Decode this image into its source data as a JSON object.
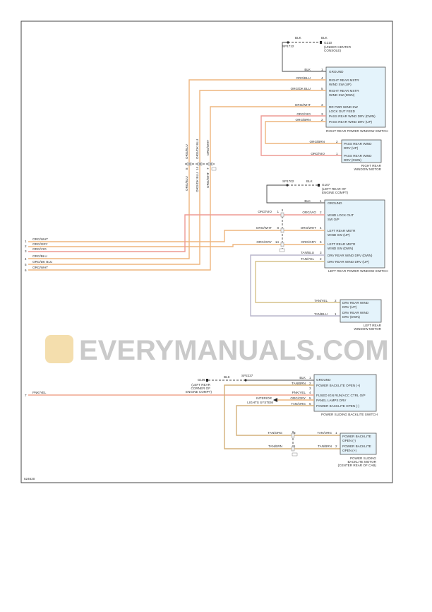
{
  "figure_id": "524620",
  "watermark": "EVERYMANUALS.COM",
  "right_rear": {
    "ground_top": {
      "wire1": "BLK",
      "wire2": "BLK",
      "splice": "SP1712",
      "ground": "G210",
      "loc1": "(UNDER CENTER",
      "loc2": "CONSOLE)"
    },
    "switch_title": "RIGHT REAR POWER WINDOW SWITCH",
    "switch_pins": [
      {
        "wire": "BLK",
        "pin": "1",
        "func1": "GROUND",
        "func2": ""
      },
      {
        "wire": "ORG/BLU",
        "pin": "4",
        "func1": "RIGHT REAR MSTR",
        "func2": "WIND SW (UP)"
      },
      {
        "wire": "ORG/DK BLU",
        "pin": "5",
        "func1": "RIGHT REAR MSTR",
        "func2": "WIND SW (DWN)"
      },
      {
        "wire": "ORG/WHT",
        "pin": "3",
        "func1": "RR PWR WIND SW",
        "func2": "LOCK OUT FEED"
      },
      {
        "wire": "ORG/VIO",
        "pin": "3",
        "func1": "PASS REAR WIND DRV (DWN)",
        "func2": ""
      },
      {
        "wire": "ORG/BRN",
        "pin": "2",
        "func1": "PASS REAR WIND DRV (UP)",
        "func2": ""
      }
    ],
    "motor_title1": "RIGHT REAR",
    "motor_title2": "WINDOW MOTOR",
    "motor_pins": [
      {
        "wire": "ORG/BRN",
        "pin": "2",
        "func1": "PASS REAR WIND",
        "func2": "DRV (UP)"
      },
      {
        "wire": "ORG/VIO",
        "pin": "1",
        "func1": "PASS REAR WIND",
        "func2": "DRV (DWN)"
      }
    ],
    "vertical_wires": [
      {
        "upper": "ORG/BLU",
        "pin": "8",
        "lower": "ORG/BLU"
      },
      {
        "upper": "ORG/DK BLU",
        "pin": "14",
        "lower": "ORG/DK BLU"
      },
      {
        "upper": "ORG/WHT",
        "pin": "7",
        "lower": "ORG/WHT"
      }
    ]
  },
  "left_rear": {
    "ground_top": {
      "wire": "BLK",
      "splice": "SP1702",
      "ground": "G107",
      "loc1": "(LEFT REAR OF",
      "loc2": "ENGINE COMPT)"
    },
    "switch_title": "LEFT REAR POWER WINDOW SWITCH",
    "switch_pins": [
      {
        "wire": "BLK",
        "pin": "1",
        "func1": "GROUND",
        "func2": ""
      },
      {
        "wire": "ORG/VIO",
        "pin": "2",
        "func1": "WIND LOCK OUT",
        "func2": "SW O/P"
      },
      {
        "wire": "ORG/WHT",
        "pin": "4",
        "func1": "LEFT REAR MSTR",
        "func2": "WIND SW (UP)"
      },
      {
        "wire": "ORG/GRY",
        "pin": "6",
        "func1": "LEFT REAR MSTR",
        "func2": "WIND SW (DWN)"
      },
      {
        "wire": "TAN/BLU",
        "pin": "3",
        "func1": "DRV REAR WIND DRV (DWN)",
        "func2": ""
      },
      {
        "wire": "TAN/YEL",
        "pin": "2",
        "func1": "DRV REAR WIND DRV (UP)",
        "func2": ""
      }
    ],
    "inline_pins": [
      {
        "wire": "ORG/VIO",
        "pin": "1"
      },
      {
        "wire": "ORG/WHT",
        "pin": "8"
      },
      {
        "wire": "ORG/GRY",
        "pin": "14"
      }
    ],
    "motor_title1": "LEFT REAR",
    "motor_title2": "WINDOW MOTOR",
    "motor_pins": [
      {
        "wire": "TAN/YEL",
        "pin": "2",
        "func1": "DRV REAR WIND",
        "func2": "DRV (UP)"
      },
      {
        "wire": "TAN/BLU",
        "pin": "1",
        "func1": "DRV REAR WIND",
        "func2": "DRV (DWN)"
      }
    ]
  },
  "left_connector": [
    {
      "pin": "1",
      "wire": "ORG/WHT"
    },
    {
      "pin": "2",
      "wire": "ORG/GRY"
    },
    {
      "pin": "3",
      "wire": "ORG/VIO"
    },
    {
      "pin": "4",
      "wire": "ORG/BLU"
    },
    {
      "pin": "5",
      "wire": "ORG/DK BLU"
    },
    {
      "pin": "6",
      "wire": "ORG/WHT"
    },
    {
      "pin": "7",
      "wire": "PNK/YEL"
    }
  ],
  "backlite": {
    "ground": {
      "ground": "G105",
      "wire": "BLK",
      "splice": "SP2237",
      "loc1": "(LEFT REAR",
      "loc2": "CORNER OF",
      "loc3": "ENGINE COMPT)"
    },
    "switch_title": "POWER SLIDING BACKLITE SWITCH",
    "switch_pins": [
      {
        "wire": "BLK",
        "pin": "1",
        "func": "GROUND"
      },
      {
        "wire": "TAN/BRN",
        "pin": "2",
        "func": "POWER BACKLITE OPEN (+)"
      },
      {
        "wire": "",
        "pin": "3",
        "func": ""
      },
      {
        "wire": "PNK/YEL",
        "pin": "4",
        "func": "FUSED IGN RUN/ACC CTRL O/P"
      },
      {
        "wire": "ORG/GRY",
        "pin": "5",
        "func": "PANEL LAMPS DRV"
      },
      {
        "wire": "TAN/ORG",
        "pin": "6",
        "func": "POWER BACKLITE OPEN (-)"
      }
    ],
    "interior1": "INTERIOR",
    "interior2": "LIGHTS SYSTEM",
    "inline_pins": [
      {
        "wire": "TAN/ORG",
        "pin": "8"
      },
      {
        "wire": "TAN/BRN",
        "pin": "1"
      }
    ],
    "motor_pins": [
      {
        "wire": "TAN/ORG",
        "pin": "1",
        "func1": "POWER BACKLITE",
        "func2": "OPEN (-)"
      },
      {
        "wire": "TAN/BRN",
        "pin": "2",
        "func1": "POWER BACKLITE",
        "func2": "OPEN (+)"
      }
    ],
    "motor_title1": "POWER SLIDING",
    "motor_title2": "BACKLITE MOTOR",
    "motor_title3": "(CENTER REAR OF CAB)"
  }
}
